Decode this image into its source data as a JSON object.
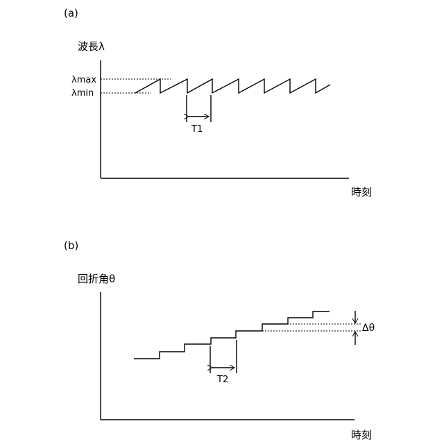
{
  "panel_a": {
    "label": "(a)",
    "y_axis_label": "波長λ",
    "x_axis_label": "時刻",
    "lambda_max_label": "λmax",
    "lambda_min_label": "λmin",
    "period_label": "T1"
  },
  "panel_b": {
    "label": "(b)",
    "y_axis_label": "回折角θ",
    "x_axis_label": "時刻",
    "period_label": "T2",
    "step_label": "Δθ"
  }
}
